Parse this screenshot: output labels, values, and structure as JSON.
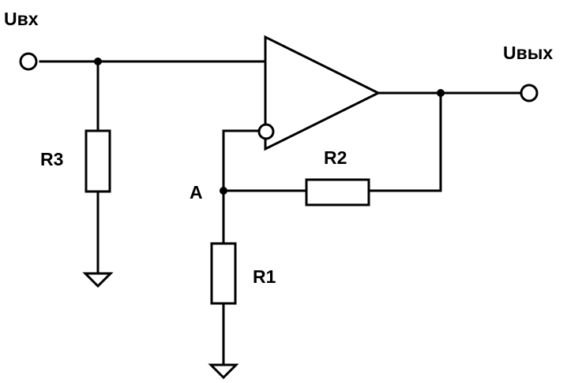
{
  "labels": {
    "input_voltage": "Uвх",
    "output_voltage": "Uвых",
    "node_a": "A",
    "r1": "R1",
    "r2": "R2",
    "r3": "R3"
  },
  "colors": {
    "line": "#000000",
    "background": "#ffffff"
  },
  "icons": {
    "opamp": "opamp-triangle-icon",
    "ground": "ground-icon",
    "terminal": "terminal-circle-icon"
  }
}
